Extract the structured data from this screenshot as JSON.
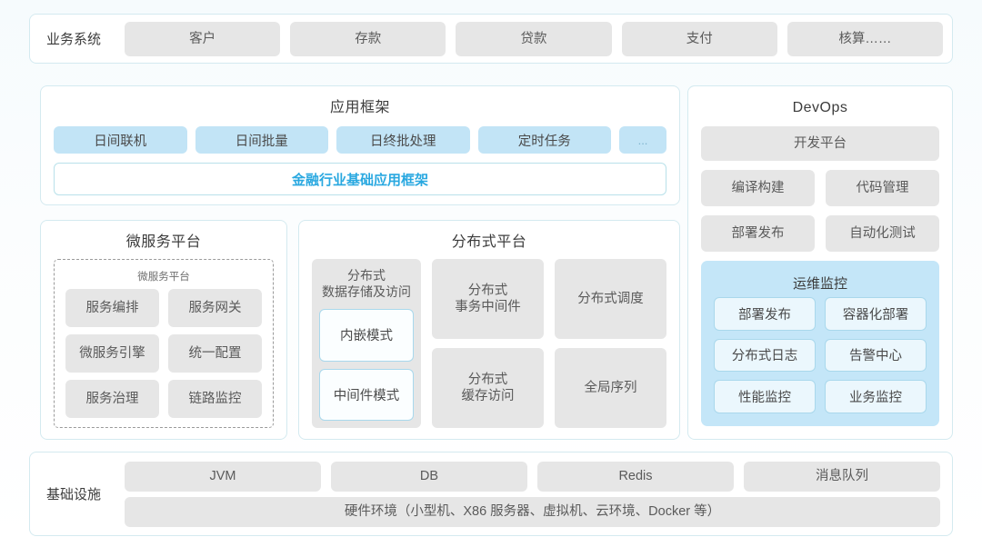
{
  "colors": {
    "accent_text": "#29a8e0",
    "card_border": "#d4eaf0",
    "tile_grey": "#e6e6e6",
    "tile_blue": "#c2e4f6",
    "panel_blue": "#c4e6f8",
    "outline_blue": "#a9d8ec",
    "text_dark": "#3c3c3c",
    "text_grey": "#5a5a5a",
    "background": "#f6fbfd"
  },
  "business_systems": {
    "label": "业务系统",
    "items": [
      {
        "label": "客户"
      },
      {
        "label": "存款"
      },
      {
        "label": "贷款"
      },
      {
        "label": "支付"
      },
      {
        "label": "核算……"
      }
    ]
  },
  "app_framework": {
    "title": "应用框架",
    "tags": [
      {
        "label": "日间联机"
      },
      {
        "label": "日间批量"
      },
      {
        "label": "日终批处理"
      },
      {
        "label": "定时任务"
      },
      {
        "label": "..."
      }
    ],
    "banner": "金融行业基础应用框架"
  },
  "devops": {
    "title": "DevOps",
    "platform": "开发平台",
    "items": [
      {
        "label": "编译构建"
      },
      {
        "label": "代码管理"
      },
      {
        "label": "部署发布"
      },
      {
        "label": "自动化测试"
      }
    ],
    "ops_panel": {
      "title": "运维监控",
      "items": [
        {
          "label": "部署发布"
        },
        {
          "label": "容器化部署"
        },
        {
          "label": "分布式日志"
        },
        {
          "label": "告警中心"
        },
        {
          "label": "性能监控"
        },
        {
          "label": "业务监控"
        }
      ]
    }
  },
  "microservice_platform": {
    "title": "微服务平台",
    "inner_title": "微服务平台",
    "items": [
      {
        "label": "服务编排"
      },
      {
        "label": "服务网关"
      },
      {
        "label": "微服务引擎"
      },
      {
        "label": "统一配置"
      },
      {
        "label": "服务治理"
      },
      {
        "label": "链路监控"
      }
    ]
  },
  "distributed_platform": {
    "title": "分布式平台",
    "storage_card": {
      "title": "分布式\n数据存储及访问",
      "modes": [
        {
          "label": "内嵌模式"
        },
        {
          "label": "中间件模式"
        }
      ]
    },
    "items": [
      {
        "label": "分布式\n事务中间件"
      },
      {
        "label": "分布式调度"
      },
      {
        "label": "分布式\n缓存访问"
      },
      {
        "label": "全局序列"
      }
    ]
  },
  "infrastructure": {
    "label": "基础设施",
    "items": [
      {
        "label": "JVM"
      },
      {
        "label": "DB"
      },
      {
        "label": "Redis"
      },
      {
        "label": "消息队列"
      }
    ],
    "hardware": "硬件环境（小型机、X86 服务器、虚拟机、云环境、Docker 等）"
  }
}
